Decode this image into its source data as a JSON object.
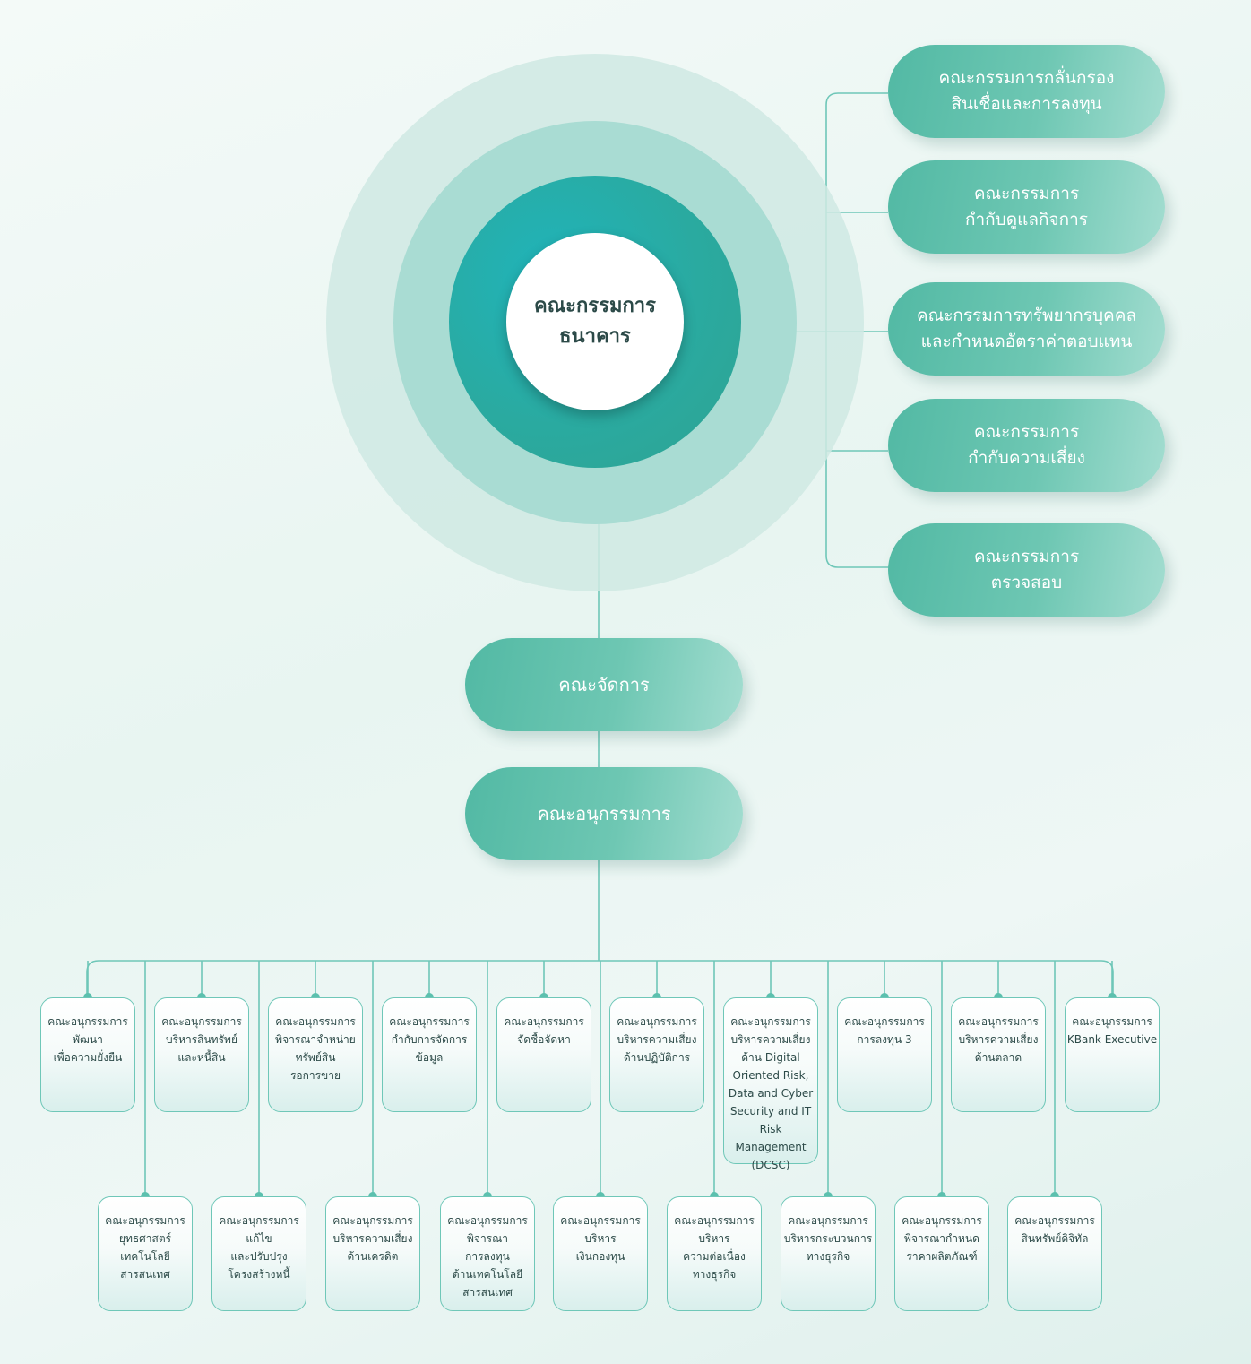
{
  "colors": {
    "line": "#6fc7b8",
    "dot": "#5cc0ae",
    "pill_start": "#52b9a4",
    "pill_end": "#a3ddd0",
    "core_text": "#2c4a48"
  },
  "center": {
    "label": "คณะกรรมการ\nธนาคาร"
  },
  "board_committees": [
    {
      "label": "คณะกรรมการกลั่นกรอง\nสินเชื่อและการลงทุน"
    },
    {
      "label": "คณะกรรมการ\nกำกับดูแลกิจการ"
    },
    {
      "label": "คณะกรรมการทรัพยากรบุคคล\nและกำหนดอัตราค่าตอบแทน"
    },
    {
      "label": "คณะกรรมการ\nกำกับความเสี่ยง"
    },
    {
      "label": "คณะกรรมการ\nตรวจสอบ"
    }
  ],
  "management": {
    "label": "คณะจัดการ"
  },
  "subcommittees_group": {
    "label": "คณะอนุกรรมการ"
  },
  "subcommittees_top": [
    {
      "label": "คณะอนุกรรมการ\nพัฒนา\nเพื่อความยั่งยืน"
    },
    {
      "label": "คณะอนุกรรมการ\nบริหารสินทรัพย์\nและหนี้สิน"
    },
    {
      "label": "คณะอนุกรรมการ\nพิจารณาจำหน่าย\nทรัพย์สิน\nรอการขาย"
    },
    {
      "label": "คณะอนุกรรมการ\nกำกับการจัดการ\nข้อมูล"
    },
    {
      "label": "คณะอนุกรรมการ\nจัดซื้อจัดหา"
    },
    {
      "label": "คณะอนุกรรมการ\nบริหารความเสี่ยง\nด้านปฏิบัติการ"
    },
    {
      "label": "คณะอนุกรรมการ\nบริหารความเสี่ยง\nด้าน Digital\nOriented Risk,\nData and Cyber\nSecurity and IT\nRisk Management\n(DCSC)"
    },
    {
      "label": "คณะอนุกรรมการ\nการลงทุน 3"
    },
    {
      "label": "คณะอนุกรรมการ\nบริหารความเสี่ยง\nด้านตลาด"
    },
    {
      "label": "คณะอนุกรรมการ\nKBank Executive"
    }
  ],
  "subcommittees_bottom": [
    {
      "label": "คณะอนุกรรมการ\nยุทธศาสตร์\nเทคโนโลยี\nสารสนเทศ"
    },
    {
      "label": "คณะอนุกรรมการ\nแก้ไข\nและปรับปรุง\nโครงสร้างหนี้"
    },
    {
      "label": "คณะอนุกรรมการ\nบริหารความเสี่ยง\nด้านเครดิต"
    },
    {
      "label": "คณะอนุกรรมการ\nพิจารณา\nการลงทุน\nด้านเทคโนโลยี\nสารสนเทศ"
    },
    {
      "label": "คณะอนุกรรมการ\nบริหาร\nเงินกองทุน"
    },
    {
      "label": "คณะอนุกรรมการ\nบริหาร\nความต่อเนื่อง\nทางธุรกิจ"
    },
    {
      "label": "คณะอนุกรรมการ\nบริหารกระบวนการ\nทางธุรกิจ"
    },
    {
      "label": "คณะอนุกรรมการ\nพิจารณากำหนด\nราคาผลิตภัณฑ์"
    },
    {
      "label": "คณะอนุกรรมการ\nสินทรัพย์ดิจิทัล"
    }
  ]
}
